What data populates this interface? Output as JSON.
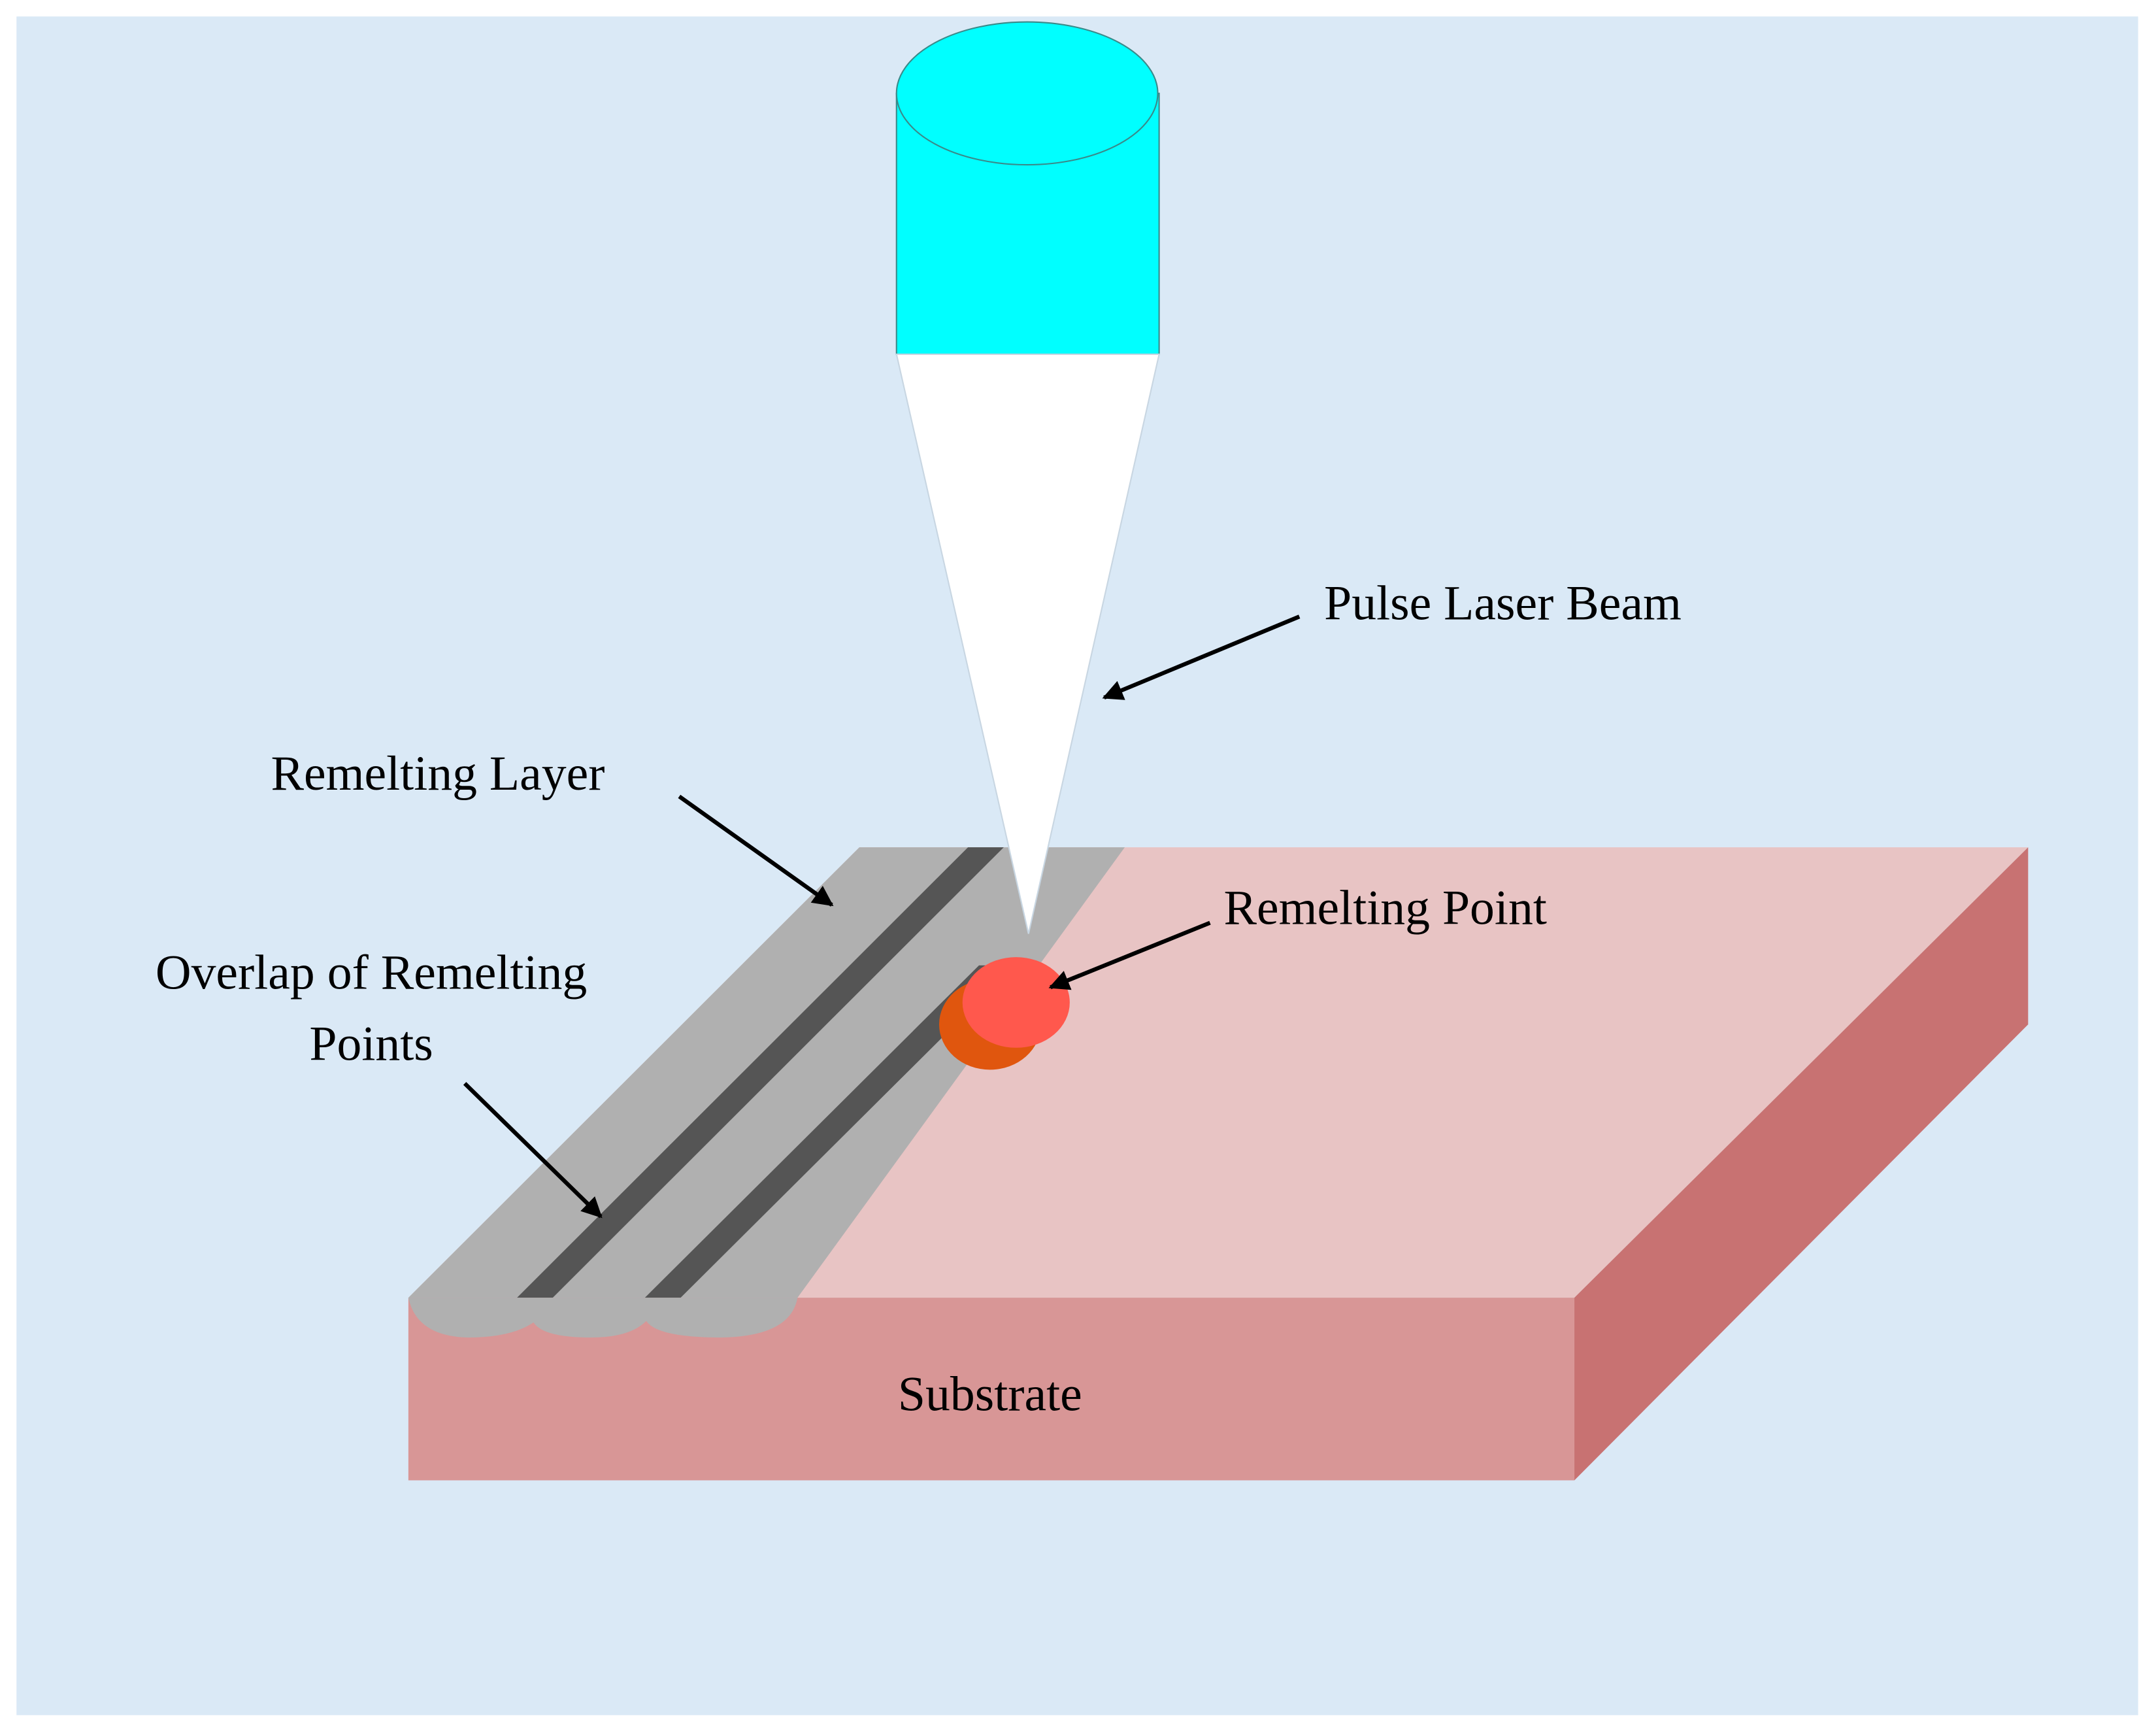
{
  "labels": {
    "pulse_laser_beam": "Pulse Laser Beam",
    "remelting_layer": "Remelting Layer",
    "remelting_point": "Remelting Point",
    "overlap_line1": "Overlap of Remelting",
    "overlap_line2": "Points",
    "substrate": "Substrate"
  },
  "colors": {
    "page": "#ffffff",
    "background": "#dae9f6",
    "laser_head": "#00ffff",
    "laser_head_outline": "#3a8a8a",
    "beam": "#ffffff",
    "substrate_top": "#e8c4c4",
    "substrate_front": "#d89696",
    "substrate_side": "#c87272",
    "remelting_layer": "#b0b0b0",
    "overlap_band": "#555555",
    "remelting_point": "#ff584d",
    "remelting_point_under": "#e0560e",
    "arrow": "#000000"
  }
}
